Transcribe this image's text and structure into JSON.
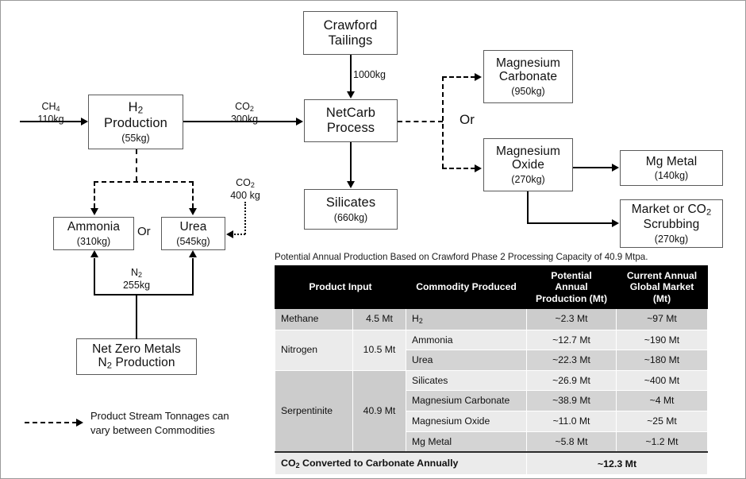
{
  "diagram": {
    "nodes": {
      "h2_production": {
        "title_line1": "H",
        "title_sub1": "2",
        "title_line2": "Production",
        "qty": "(55kg)"
      },
      "crawford_tailings": {
        "line1": "Crawford",
        "line2": "Tailings"
      },
      "netcarb": {
        "line1": "NetCarb",
        "line2": "Process"
      },
      "silicates": {
        "line1": "Silicates",
        "qty": "(660kg)"
      },
      "magnesium_carbonate": {
        "line1": "Magnesium",
        "line2": "Carbonate",
        "qty": "(950kg)"
      },
      "magnesium_oxide": {
        "line1": "Magnesium",
        "line2": "Oxide",
        "qty": "(270kg)"
      },
      "mg_metal": {
        "line1": "Mg Metal",
        "qty": "(140kg)"
      },
      "market_co2": {
        "line1a": "Market or CO",
        "line1sub": "2",
        "line2": "Scrubbing",
        "qty": "(270kg)"
      },
      "ammonia": {
        "line1": "Ammonia",
        "qty": "(310kg)"
      },
      "urea": {
        "line1": "Urea",
        "qty": "(545kg)"
      },
      "net_zero_metals": {
        "line1": "Net Zero Metals",
        "line2a": "N",
        "line2sub": "2",
        "line2b": " Production"
      }
    },
    "edge_labels": {
      "ch4": {
        "name": "CH",
        "sub": "4",
        "qty": "110kg"
      },
      "co2_out": {
        "name": "CO",
        "sub": "2",
        "qty": "300kg"
      },
      "tailings_feed": {
        "qty": "1000kg"
      },
      "co2_urea": {
        "name": "CO",
        "sub": "2",
        "qty": "400 kg"
      },
      "n2": {
        "name": "N",
        "sub": "2",
        "qty": "255kg"
      }
    },
    "or_labels": [
      "Or",
      "Or"
    ],
    "legend": {
      "line1": "Product Stream Tonnages can",
      "line2": "vary between Commodities"
    }
  },
  "table": {
    "caption": "Potential Annual Production Based on Crawford Phase 2 Processing Capacity of 40.9 Mtpa.",
    "headers": [
      "Product Input",
      "Commodity Produced",
      "Potential Annual Production (Mt)",
      "Current Annual Global Market (Mt)"
    ],
    "headers_wrapped": [
      [
        "Product Input"
      ],
      [
        "Commodity Produced"
      ],
      [
        "Potential",
        "Annual",
        "Production (Mt)"
      ],
      [
        "Current Annual",
        "Global Market",
        "(Mt)"
      ]
    ],
    "groups": [
      {
        "input": "Methane",
        "amount": "4.5 Mt",
        "rows": [
          {
            "commodity": "H",
            "commodity_sub": "2",
            "production": "~2.3 Mt",
            "market": "~97 Mt"
          }
        ]
      },
      {
        "input": "Nitrogen",
        "amount": "10.5 Mt",
        "rows": [
          {
            "commodity": "Ammonia",
            "production": "~12.7 Mt",
            "market": "~190 Mt"
          },
          {
            "commodity": "Urea",
            "production": "~22.3 Mt",
            "market": "~180 Mt"
          }
        ]
      },
      {
        "input": "Serpentinite",
        "amount": "40.9 Mt",
        "rows": [
          {
            "commodity": "Silicates",
            "production": "~26.9 Mt",
            "market": "~400 Mt"
          },
          {
            "commodity": "Magnesium Carbonate",
            "production": "~38.9 Mt",
            "market": "~4 Mt"
          },
          {
            "commodity": "Magnesium Oxide",
            "production": "~11.0 Mt",
            "market": "~25 Mt"
          },
          {
            "commodity": "Mg Metal",
            "production": "~5.8 Mt",
            "market": "~1.2 Mt"
          }
        ]
      }
    ],
    "footer": {
      "label_a": "CO",
      "label_sub": "2",
      "label_b": " Converted to Carbonate Annually",
      "value": "~12.3 Mt"
    }
  },
  "colors": {
    "header_bg": "#000000",
    "row_dark": "#cccccc",
    "row_light": "#ebebeb",
    "row_mid": "#d4d4d4",
    "line": "#000000",
    "box_border": "#5a5a5a"
  }
}
